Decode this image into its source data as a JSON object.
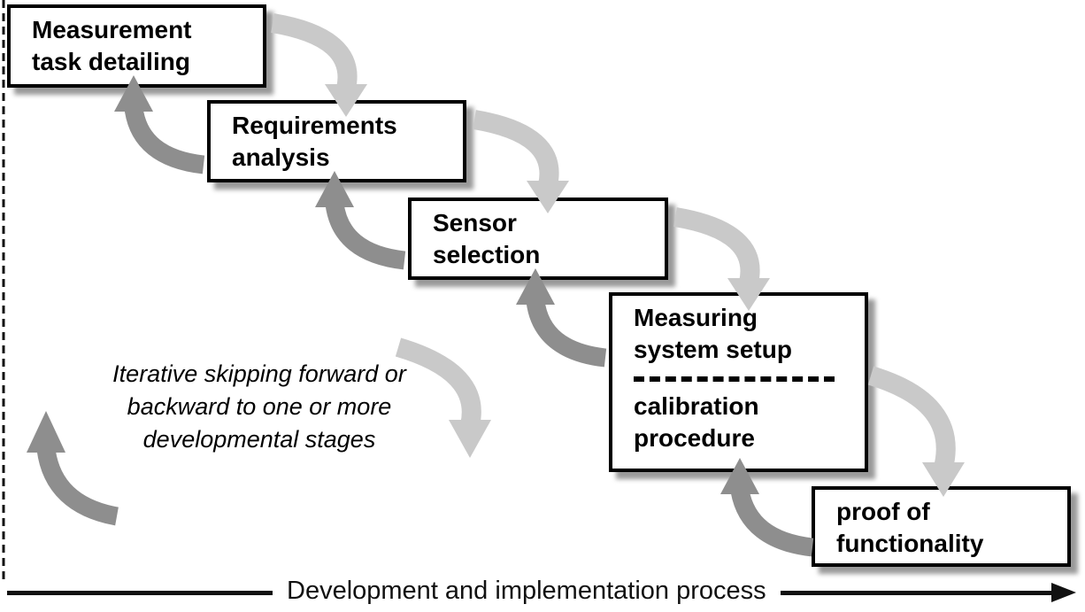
{
  "diagram": {
    "stages": [
      {
        "id": "measurement-task-detailing",
        "label": "Measurement\ntask detailing"
      },
      {
        "id": "requirements-analysis",
        "label": "Requirements\nanalysis"
      },
      {
        "id": "sensor-selection",
        "label": "Sensor\nselection"
      },
      {
        "id": "measuring-system-setup",
        "label": "Measuring\nsystem setup",
        "sub_label": "calibration\nprocedure"
      },
      {
        "id": "proof-of-functionality",
        "label": "proof of\nfunctionality"
      }
    ],
    "annotation": "Iterative skipping forward or\nbackward to one or more\ndevelopmental stages",
    "axis_label": "Development and implementation process",
    "colors": {
      "forward_arrow": "#c9c9c9",
      "backward_arrow": "#8e8e8e",
      "box_border": "#000000",
      "background": "#ffffff",
      "text": "#000000"
    }
  }
}
